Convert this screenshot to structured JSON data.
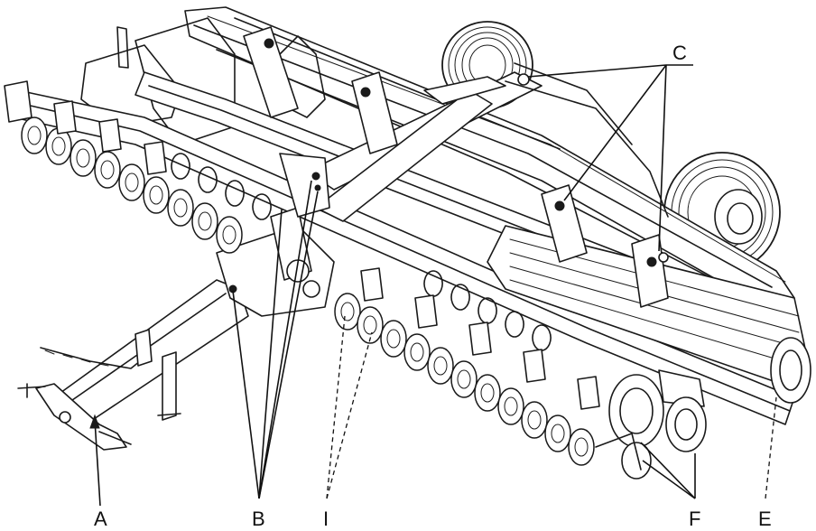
{
  "callouts": [
    {
      "id": "A",
      "text": "A"
    },
    {
      "id": "B",
      "text": "B"
    },
    {
      "id": "I",
      "text": "I"
    },
    {
      "id": "F",
      "text": "F"
    },
    {
      "id": "E",
      "text": "E"
    },
    {
      "id": "C",
      "text": "C"
    }
  ],
  "colors": {
    "line": "#1a1a1a",
    "background": "#ffffff"
  }
}
